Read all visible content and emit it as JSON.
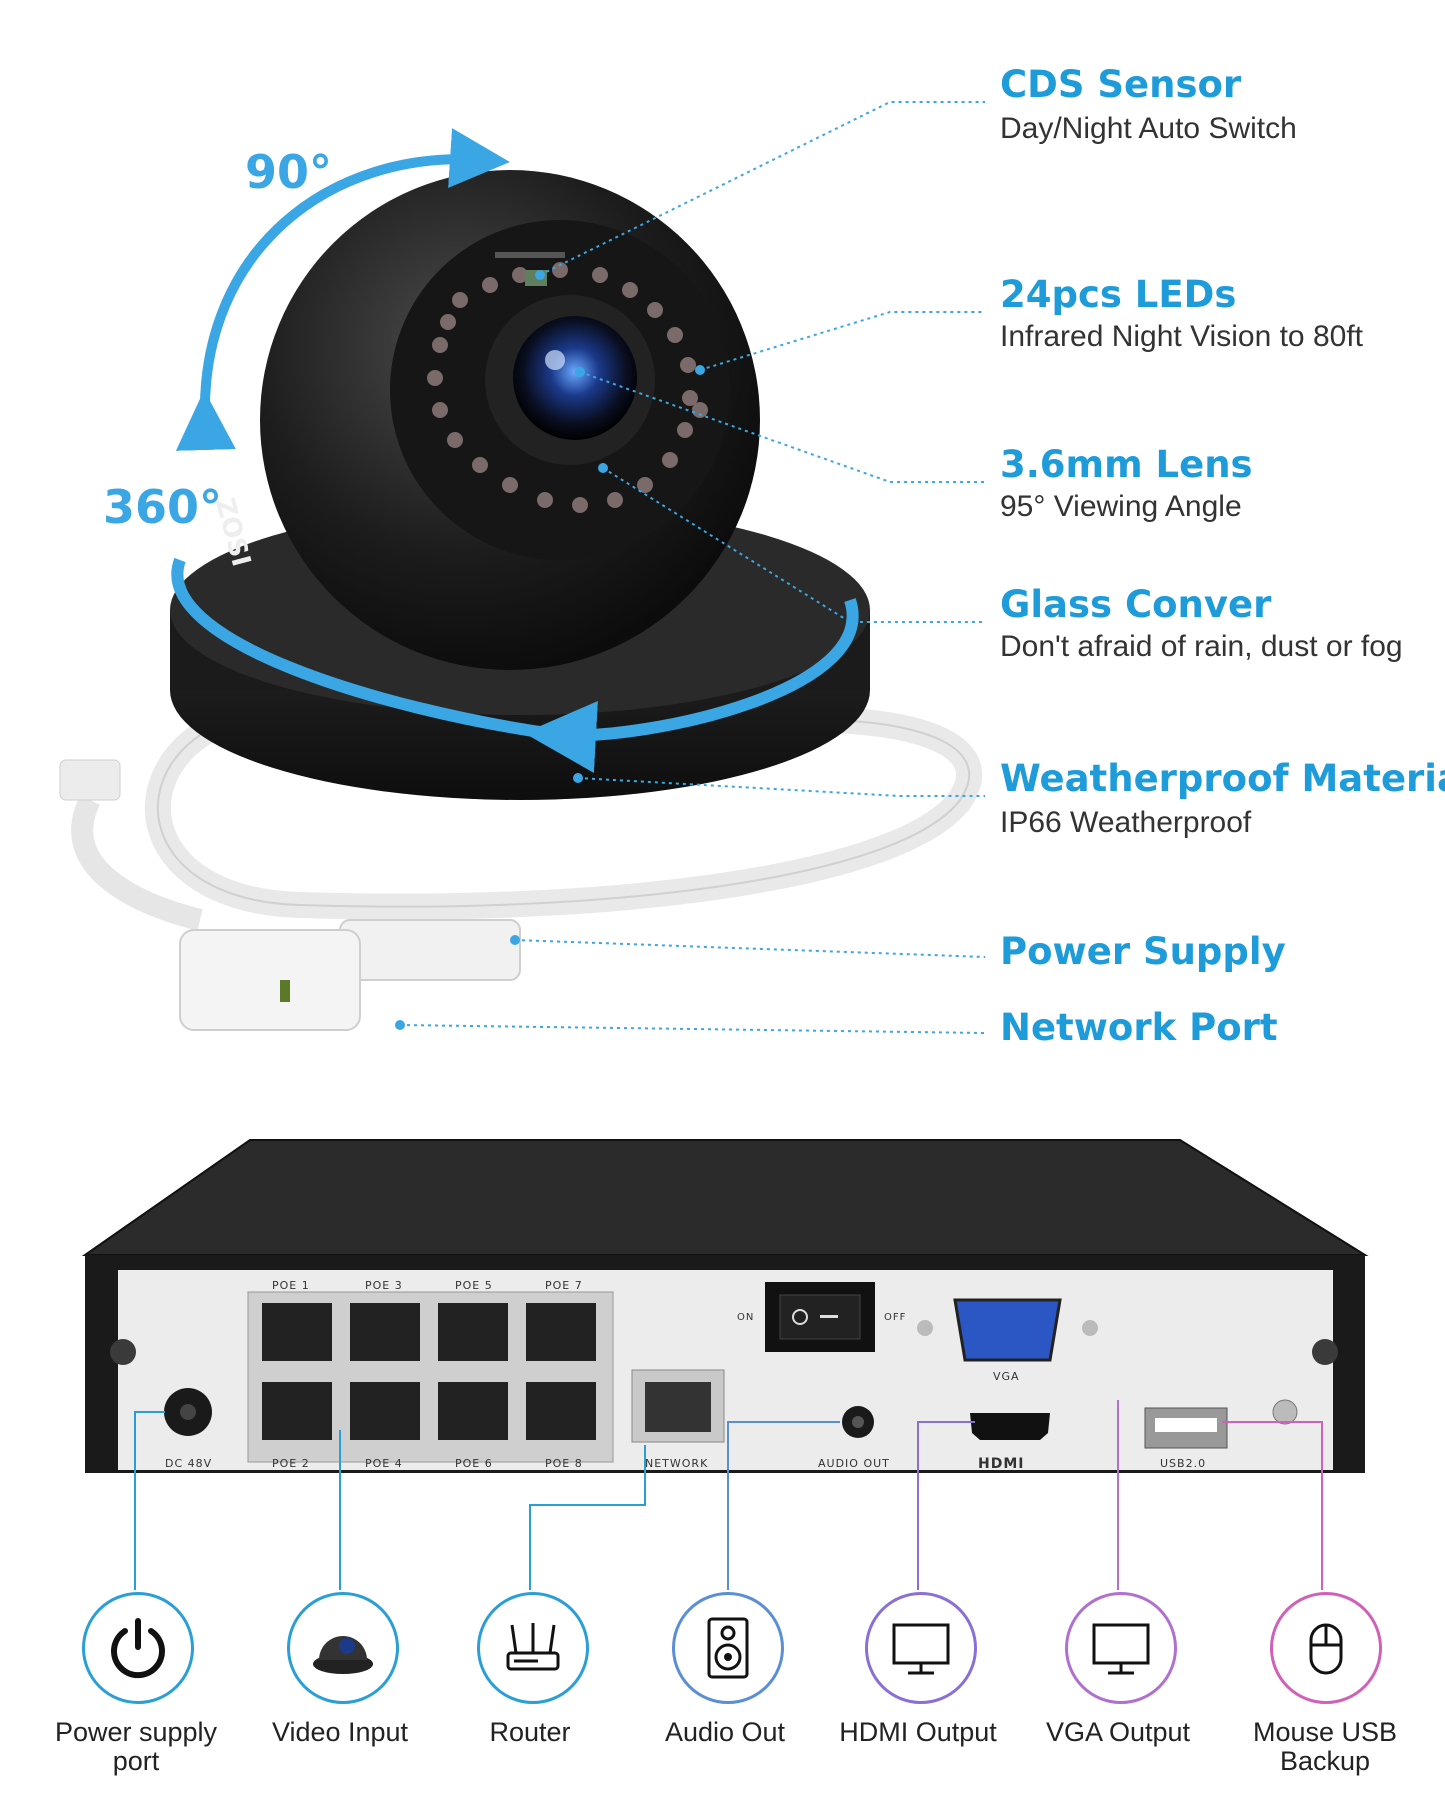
{
  "features": [
    {
      "title": "CDS Sensor",
      "subtitle": "Day/Night Auto Switch"
    },
    {
      "title": "24pcs LEDs",
      "subtitle": "Infrared Night Vision to 80ft"
    },
    {
      "title": "3.6mm Lens",
      "subtitle": "95° Viewing Angle"
    },
    {
      "title": "Glass Conver",
      "subtitle": "Don't afraid of rain, dust or fog"
    },
    {
      "title": "Weatherproof Material",
      "subtitle": "IP66 Weatherproof"
    },
    {
      "title": "Power Supply",
      "subtitle": ""
    },
    {
      "title": "Network Port",
      "subtitle": ""
    }
  ],
  "rotation": {
    "tilt": "90°",
    "pan": "360°"
  },
  "brand_mark": "ZOSI",
  "nvr_ports": {
    "poe_top": [
      "POE 1",
      "POE 3",
      "POE 5",
      "POE 7"
    ],
    "poe_bottom": [
      "POE 2",
      "POE 4",
      "POE 6",
      "POE 8"
    ],
    "dc": "DC 48V",
    "network": "NETWORK",
    "audio": "AUDIO OUT",
    "hdmi": "HDMI",
    "vga": "VGA",
    "usb": "USB2.0",
    "switch_on": "ON",
    "switch_off": "OFF"
  },
  "connections": [
    {
      "label": "Power supply port",
      "icon": "power-icon",
      "color": "#2a9fd6"
    },
    {
      "label": "Video Input",
      "icon": "dome-camera-icon",
      "color": "#2a9fd6"
    },
    {
      "label": "Router",
      "icon": "router-icon",
      "color": "#2a9fd6"
    },
    {
      "label": "Audio Out",
      "icon": "speaker-icon",
      "color": "#5a8fd6"
    },
    {
      "label": "HDMI Output",
      "icon": "monitor-icon",
      "color": "#8a6fd6"
    },
    {
      "label": "VGA Output",
      "icon": "monitor-icon",
      "color": "#b070d0"
    },
    {
      "label": "Mouse USB Backup",
      "icon": "mouse-icon",
      "color": "#d060b8"
    }
  ]
}
